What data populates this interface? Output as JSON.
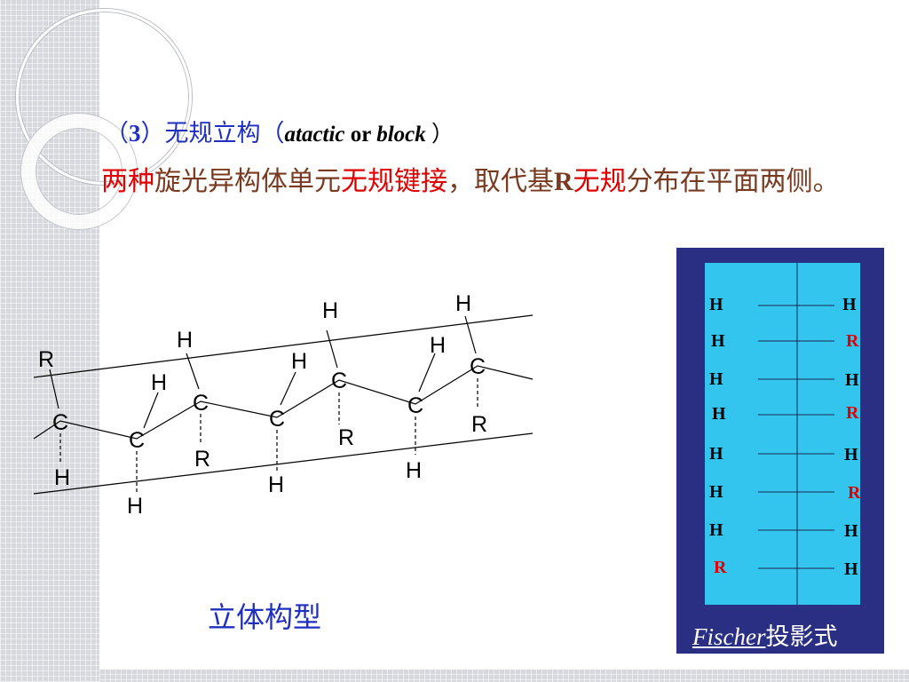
{
  "heading": {
    "prefix": "（",
    "number": "3",
    "mid": "）无规立构（",
    "en_atactic": "atactic",
    "en_or": " or ",
    "en_block": "block",
    "suffix": " ）"
  },
  "description": {
    "p1": "两种",
    "p2": "旋光异构体单元",
    "p3": "无规键接",
    "p4": "，取代基",
    "p5": "R",
    "p6": "无规",
    "p7": "分布在平面两侧。"
  },
  "caption": "立体构型",
  "structure": {
    "atoms": [
      {
        "label": "R"
      },
      {
        "label": "C"
      },
      {
        "label": "H"
      },
      {
        "label": "H"
      },
      {
        "label": "C"
      },
      {
        "label": "H"
      },
      {
        "label": "H"
      },
      {
        "label": "C"
      },
      {
        "label": "R"
      },
      {
        "label": "H"
      },
      {
        "label": "C"
      },
      {
        "label": "H"
      },
      {
        "label": "H"
      },
      {
        "label": "C"
      },
      {
        "label": "R"
      },
      {
        "label": "H"
      },
      {
        "label": "C"
      },
      {
        "label": "H"
      },
      {
        "label": "H"
      },
      {
        "label": "C"
      },
      {
        "label": "R"
      }
    ]
  },
  "fischer": {
    "left": [
      "H",
      "H",
      "H",
      "H",
      "H",
      "H",
      "H",
      "R"
    ],
    "right": [
      "H",
      "R",
      "H",
      "R",
      "H",
      "R",
      "H",
      "H"
    ],
    "caption_en": "Fischer",
    "caption_zh": "投影式"
  },
  "colors": {
    "heading": "#1f2fbf",
    "text": "#7a3a1f",
    "highlight": "#e00000",
    "fischer_bg": "#2b2f84",
    "fischer_panel": "#33c5ee"
  }
}
